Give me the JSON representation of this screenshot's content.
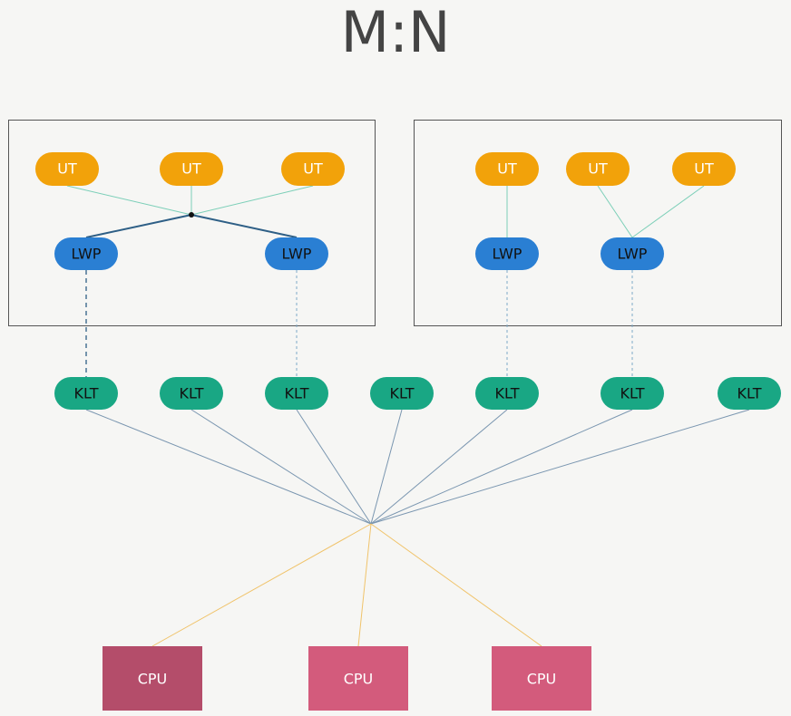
{
  "title": "M:N",
  "colors": {
    "ut": "#f2a20a",
    "lwp": "#2a7fd3",
    "klt": "#19a784",
    "cpu_dark": "#b44d6a",
    "cpu": "#d35b7c",
    "line_light": "#7ccfb8",
    "line_dark": "#2e5f86",
    "line_dashed": "#7fa9c9",
    "line_klt": "#7a96b0",
    "line_cpu": "#f0c36a"
  },
  "nodes": {
    "ut": [
      "UT",
      "UT",
      "UT",
      "UT",
      "UT",
      "UT"
    ],
    "lwp": [
      "LWP",
      "LWP",
      "LWP",
      "LWP"
    ],
    "klt": [
      "KLT",
      "KLT",
      "KLT",
      "KLT",
      "KLT",
      "KLT",
      "KLT"
    ],
    "cpu": [
      "CPU",
      "CPU",
      "CPU"
    ]
  }
}
